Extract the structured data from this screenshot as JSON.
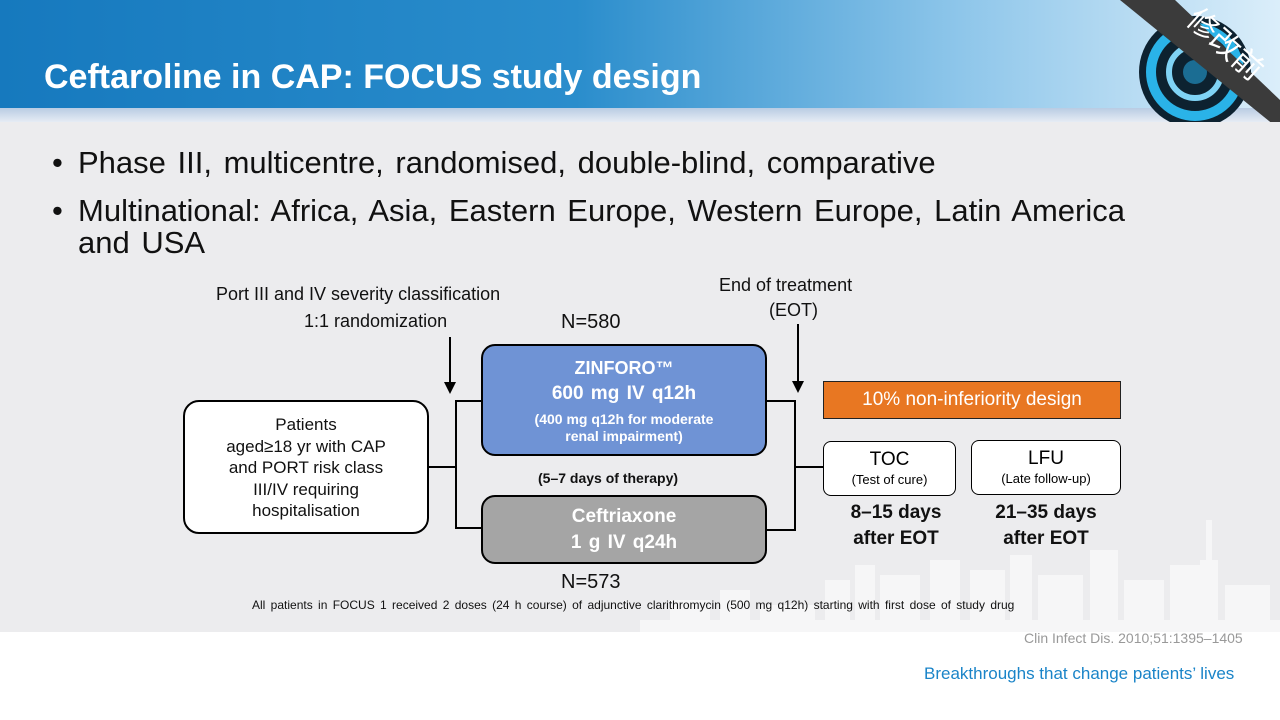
{
  "slide": {
    "title": "Ceftaroline in CAP: FOCUS study design",
    "badge": "修改前",
    "bullets": [
      "Phase III, multicentre, randomised, double-blind, comparative",
      "Multinational: Africa, Asia, Eastern Europe, Western Europe, Latin America",
      "and USA"
    ]
  },
  "diagram": {
    "port_label": "Port III and IV severity classification",
    "randomization_label": "1:1 randomization",
    "eot_label_1": "End of treatment",
    "eot_label_2": "(EOT)",
    "n_top": "N=580",
    "n_bottom": "N=573",
    "patients": [
      "Patients",
      "aged≥18 yr with CAP",
      "and PORT risk class",
      "III/IV requiring",
      "hospitalisation"
    ],
    "zinforo": {
      "name": "ZINFORO™",
      "dose": "600 mg IV  q12h",
      "note_1": "(400 mg q12h for moderate",
      "note_2": "renal impairment)"
    },
    "therapy_duration": "(5–7 days of therapy)",
    "ceftriaxone": {
      "name": "Ceftriaxone",
      "dose": "1 g IV  q24h"
    },
    "noninferiority": "10% non-inferiority design",
    "toc": {
      "title": "TOC",
      "subtitle": "(Test of cure)",
      "timing_1": "8–15 days",
      "timing_2": "after EOT"
    },
    "lfu": {
      "title": "LFU",
      "subtitle": "(Late follow-up)",
      "timing_1": "21–35 days",
      "timing_2": "after EOT"
    }
  },
  "footnote": "All patients in FOCUS  1 received  2 doses (24 h course) of adjunctive  clarithromycin (500  mg q12h) starting with first dose of study drug",
  "citation": "Clin Infect Dis. 2010;51:1395–1405",
  "tagline": "Breakthroughs that change patients’ lives",
  "colors": {
    "header_blue": "#1679be",
    "zinforo_blue": "#6f93d5",
    "ceftriaxone_grey": "#a5a5a5",
    "orange": "#e87722",
    "tagline_blue": "#1a84c8"
  }
}
